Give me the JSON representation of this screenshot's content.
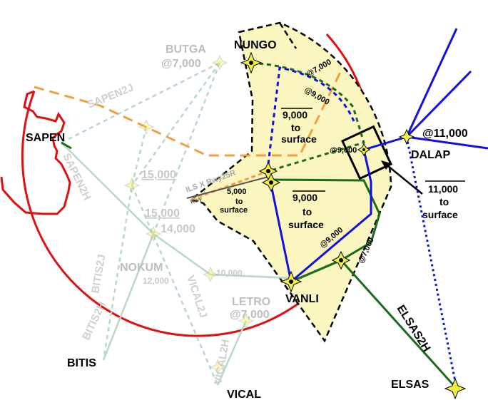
{
  "waypoints": {
    "nungo": "NUNGO",
    "sapen": "SAPEN",
    "dalap": "DALAP",
    "vanli": "VANLI",
    "elsas": "ELSAS",
    "bitis": "BITIS",
    "vical": "VICAL",
    "butga": "BUTGA",
    "nokum": "NOKUM",
    "letro": "LETRO"
  },
  "routes": {
    "sapen2j": "SAPEN2J",
    "sapen2h": "SAPEN2H",
    "bitis2j": "BITIS2J",
    "bitis2h": "BITIS2H",
    "vical2j": "VICAL2J",
    "vical2h": "VICAL2H",
    "elsas2h": "ELSAS2H"
  },
  "altitudes": {
    "butga": "@7,000",
    "letro": "@7,000",
    "nungo_arc_7000": "@7,000",
    "nungo_arc_9000": "@9,000",
    "dalap": "@11,000",
    "dalap_inner": "@9,000",
    "vanli_arc_9000": "@9,000",
    "vanli_arc_7000": "@7,000",
    "faded_15000_a": "15,000",
    "faded_15000_b": "15,000",
    "faded_14000": "14,000",
    "faded_12000": "12,000",
    "faded_10000": "10,000"
  },
  "restrictions": {
    "north_top": "9,000",
    "north_mid": "to",
    "north_bottom": "surface",
    "center_top": "9,000",
    "center_mid": "to",
    "center_bottom": "surface",
    "dalap_top": "11,000",
    "dalap_mid": "to",
    "dalap_bottom": "surface",
    "ils_top": "5,000",
    "ils_bottom": "to",
    "ils_last": "surface"
  },
  "approach": {
    "ils": "ILS X Rwy25R",
    "runway": "Rwy"
  },
  "colors": {
    "boundary": "#e01010",
    "zone_fill": "#fbf5c0",
    "blue_route": "#1010e0",
    "green_route": "#1a6b1a",
    "orange_route": "#f0a040",
    "faded_route": "#b8d8c8",
    "star": "#f0f040"
  }
}
